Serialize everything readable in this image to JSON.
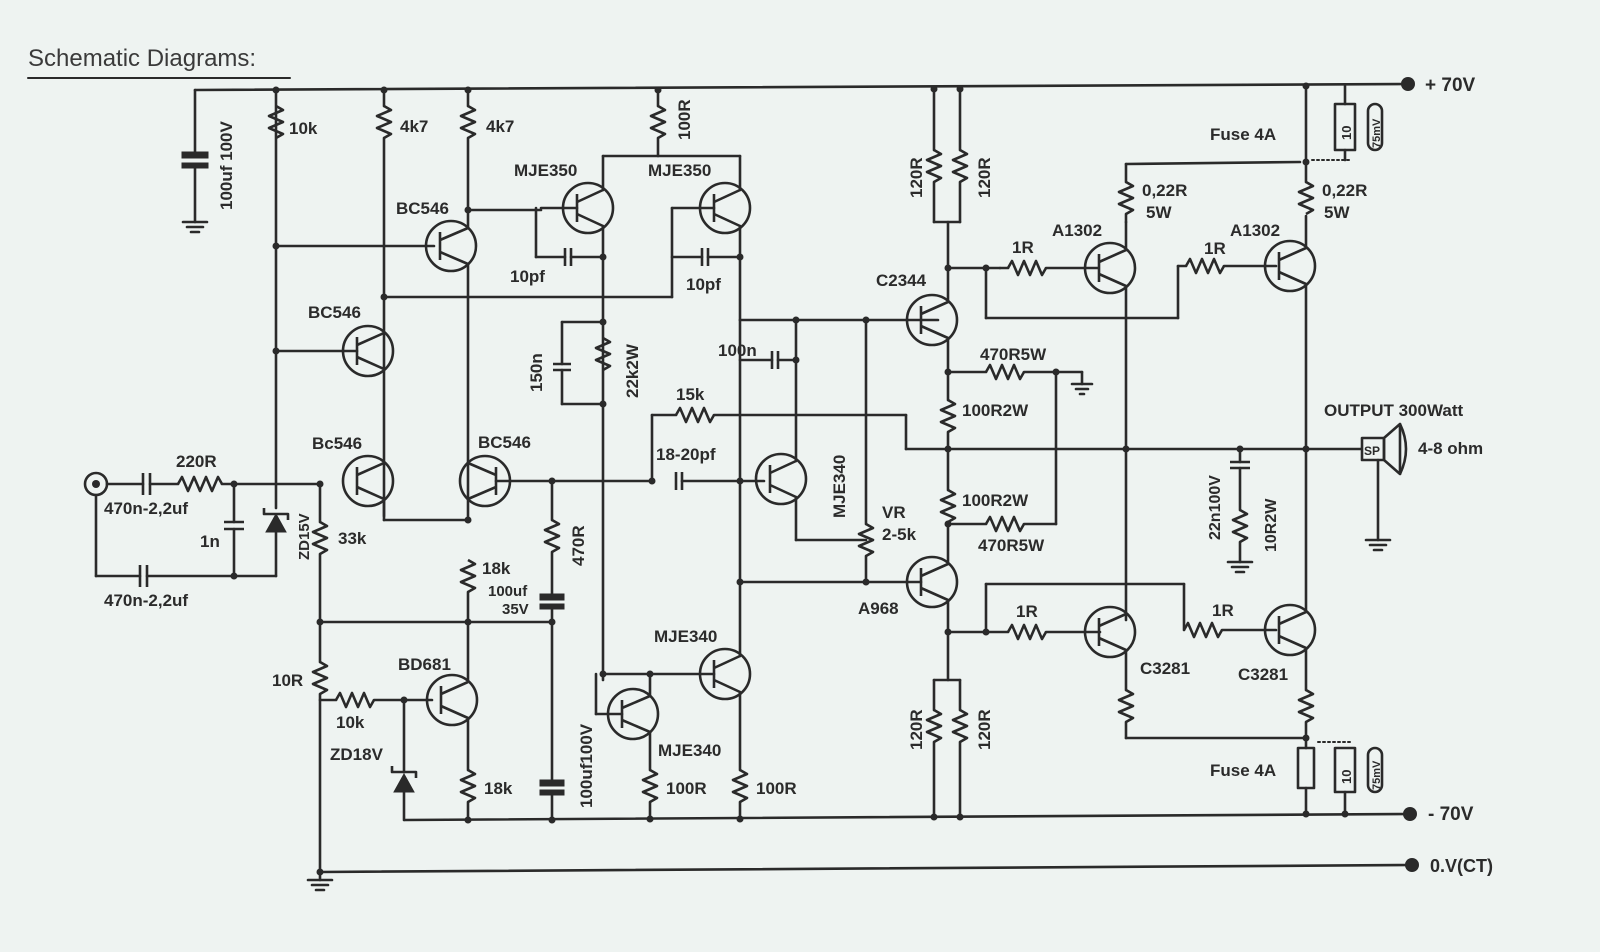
{
  "title": "Schematic Diagrams:",
  "rails": {
    "positive": "+ 70V",
    "negative": "- 70V",
    "ground": "0.V(CT)"
  },
  "labels": {
    "c_input_top": "470n-2,2uf",
    "c_input_bottom": "470n-2,2uf",
    "r_input": "220R",
    "c_1n": "1n",
    "zd15": "ZD15V",
    "r_33k": "33k",
    "c_supply": "100uf 100V",
    "r_10k_top": "10k",
    "r_4k7_a": "4k7",
    "r_4k7_b": "4k7",
    "q_bc546_top": "BC546",
    "q_bc546_mid": "BC546",
    "q_bc546_input": "Bc546",
    "q_bc546_right": "BC546",
    "q_mje350_a": "MJE350",
    "q_mje350_b": "MJE350",
    "r_100r_top": "100R",
    "c_10pf_a": "10pf",
    "c_10pf_b": "10pf",
    "c_150n": "150n",
    "r_22k2w": "22k2W",
    "c_100n": "100n",
    "r_15k": "15k",
    "c_18_20pf": "18-20pf",
    "q_mje340_driver": "MJE340",
    "vr": "VR",
    "vr_value": "2-5k",
    "r_18k_a": "18k",
    "c_100uf_35v_a": "100uf",
    "c_100uf_35v_b": "35V",
    "r_470r": "470R",
    "r_10r": "10R",
    "r_10k_bd": "10k",
    "q_bd681": "BD681",
    "zd18": "ZD18V",
    "r_18k_b": "18k",
    "c_100uf_100v": "100uf100V",
    "q_mje340_a": "MJE340",
    "q_mje340_b": "MJE340",
    "r_100r_a": "100R",
    "r_100r_b": "100R",
    "r_120r_top_a": "120R",
    "r_120r_top_b": "120R",
    "q_c2344": "C2344",
    "r_1r_a": "1R",
    "r_1r_b": "1R",
    "q_a1302_a": "A1302",
    "q_a1302_b": "A1302",
    "r_022_a1": "0,22R",
    "r_022_a2": "5W",
    "r_022_b1": "0,22R",
    "r_022_b2": "5W",
    "fuse_top": "Fuse 4A",
    "r_10_top": "10",
    "meter_top": "75mV",
    "r_470r5w_a": "470R5W",
    "r_100r2w_a": "100R2W",
    "r_100r2w_b": "100R2W",
    "r_470r5w_b": "470R5W",
    "q_a968": "A968",
    "r_1r_c": "1R",
    "r_1r_d": "1R",
    "q_c3281_a": "C3281",
    "q_c3281_b": "C3281",
    "r_120r_bot_a": "120R",
    "r_120r_bot_b": "120R",
    "fuse_bottom": "Fuse 4A",
    "r_10_bot": "10",
    "meter_bot": "75mV",
    "output": "OUTPUT 300Watt",
    "speaker": "SP",
    "impedance": "4-8 ohm",
    "c_22n100v": "22n100V",
    "r_10r2w": "10R2W"
  }
}
